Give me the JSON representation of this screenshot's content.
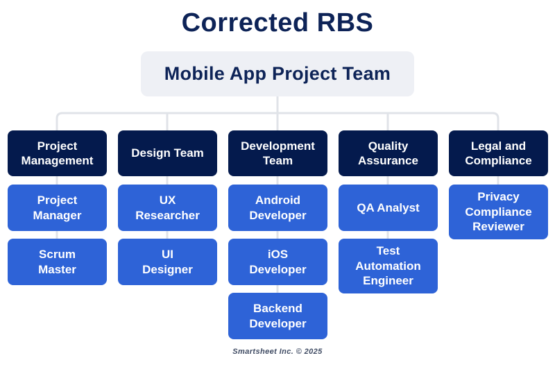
{
  "title": "Corrected RBS",
  "root": {
    "label": "Mobile App Project Team"
  },
  "columns": [
    {
      "category": "Project\nManagement",
      "roles": [
        "Project\nManager",
        "Scrum\nMaster"
      ]
    },
    {
      "category": "Design Team",
      "roles": [
        "UX\nResearcher",
        "UI\nDesigner"
      ]
    },
    {
      "category": "Development\nTeam",
      "roles": [
        "Android\nDeveloper",
        "iOS\nDeveloper",
        "Backend\nDeveloper"
      ]
    },
    {
      "category": "Quality\nAssurance",
      "roles": [
        "QA Analyst",
        "Test\nAutomation\nEngineer"
      ]
    },
    {
      "category": "Legal and\nCompliance",
      "roles": [
        "Privacy\nCompliance\nReviewer"
      ]
    }
  ],
  "footer": "Smartsheet Inc. © 2025",
  "colors": {
    "navy": "#041a4d",
    "blue": "#2e63d7",
    "root-bg": "#eef0f5",
    "heading": "#0d2357",
    "line": "#e0e3e8",
    "footer-text": "#3f4b63"
  }
}
